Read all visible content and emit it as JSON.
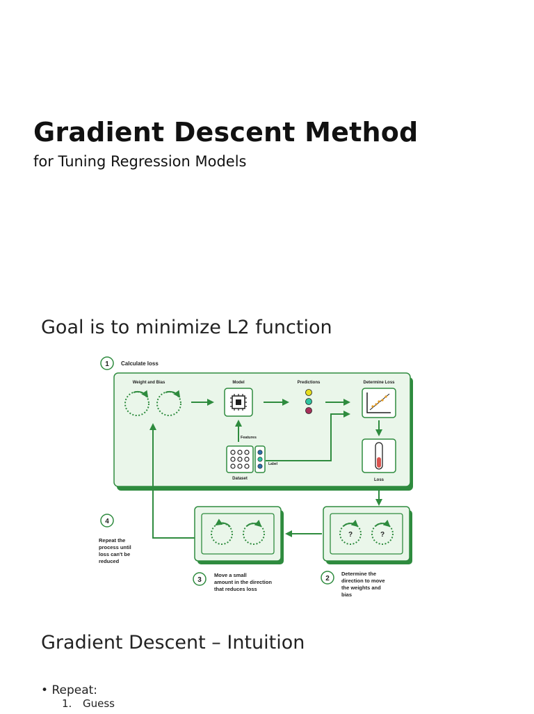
{
  "slide1": {
    "title": "Gradient Descent Method",
    "subtitle": "for Tuning Regression Models"
  },
  "slide2": {
    "heading": "Goal is to minimize L2 function",
    "diagram": {
      "accent_color": "#2e8b3e",
      "panel_color": "#eaf6ea",
      "steps": [
        {
          "number": "1",
          "text": "Calculate loss"
        },
        {
          "number": "2",
          "text": [
            "Determine the",
            "direction to move",
            "the weights and",
            "bias"
          ]
        },
        {
          "number": "3",
          "text": [
            "Move a small",
            "amount in the direction",
            "that reduces loss"
          ]
        },
        {
          "number": "4",
          "text": [
            "Repeat the",
            "process until",
            "loss can't be",
            "reduced"
          ]
        }
      ],
      "labels": {
        "weights": "Weight and Bias",
        "model": "Model",
        "predictions": "Predictions",
        "determine_loss": "Determine Loss",
        "features": "Features",
        "label": "Label",
        "dataset": "Dataset",
        "loss": "Loss"
      },
      "unknown_mark": "?"
    }
  },
  "slide3": {
    "heading": "Gradient Descent – Intuition",
    "bullet_marker": "•",
    "bullet": "Repeat:",
    "subitems": [
      {
        "number": "1.",
        "text": "Guess"
      }
    ]
  }
}
